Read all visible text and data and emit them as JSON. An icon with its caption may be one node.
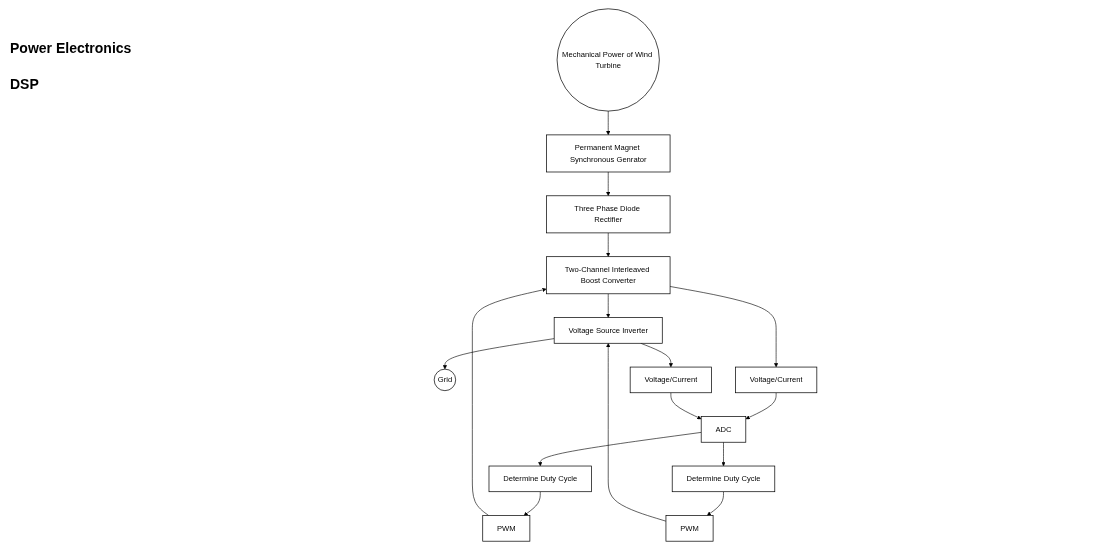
{
  "diagram": {
    "nodes": [
      {
        "text": [
          "Mechanical Power of Wind Turbine"
        ]
      },
      {
        "text": [
          "Permanent Magnet Synchronous Genrator"
        ]
      },
      {
        "text": [
          "Grid"
        ]
      },
      {
        "text": [
          "Three Phase Diode Rectifier"
        ]
      },
      {
        "text": [
          "Two-Channel Interleaved Boost Converter"
        ]
      },
      {
        "text": [
          "Voltage Source Inverter"
        ]
      },
      {
        "text": [
          "PWM"
        ]
      },
      {
        "text": [
          "Voltage/Current"
        ]
      },
      {
        "text": [
          "Voltage/Current"
        ]
      },
      {
        "text": [
          "PWM"
        ]
      },
      {
        "text": [
          "Determine Duty Cycle"
        ]
      },
      {
        "text": [
          "ADC"
        ]
      },
      {
        "text": [
          "Determine Duty Cycle"
        ]
      }
    ],
    "edges": [
      {
        "from": 0,
        "to": 1,
        "arrow": "to"
      },
      {
        "from": 1,
        "to": 3,
        "arrow": "to"
      },
      {
        "from": 3,
        "to": 4,
        "arrow": "to"
      },
      {
        "from": 4,
        "to": 5,
        "arrow": "to"
      },
      {
        "from": 5,
        "to": 2,
        "arrow": "to"
      },
      {
        "from": 6,
        "to": 4,
        "arrow": "to"
      },
      {
        "from": 4,
        "to": 7,
        "arrow": "to"
      },
      {
        "from": 5,
        "to": 8,
        "arrow": "to"
      },
      {
        "from": 9,
        "to": 5,
        "arrow": "to"
      },
      {
        "from": 7,
        "to": 11,
        "arrow": "to"
      },
      {
        "from": 8,
        "to": 11,
        "arrow": "to"
      },
      {
        "from": 11,
        "to": 10,
        "arrow": "to"
      },
      {
        "from": 11,
        "to": 12,
        "arrow": "to"
      },
      {
        "from": 10,
        "to": 6,
        "arrow": "to"
      },
      {
        "from": 12,
        "to": 9,
        "arrow": "to"
      }
    ],
    "labels": [
      "Power Electronics",
      "DSP"
    ]
  }
}
